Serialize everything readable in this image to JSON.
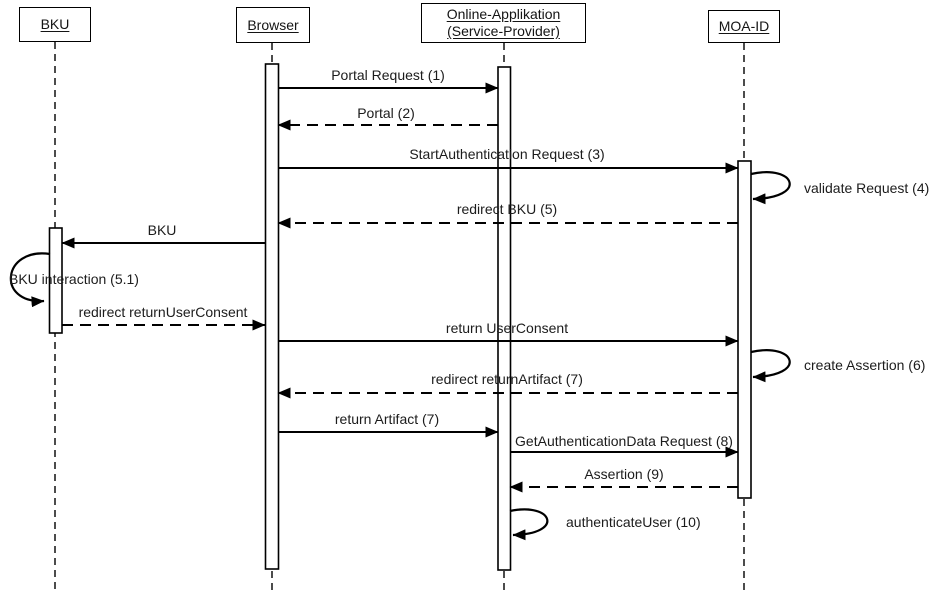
{
  "diagram": {
    "type": "uml-sequence-diagram",
    "background_color": "#ffffff",
    "line_color": "#000000",
    "text_color": "#1c1c1c"
  },
  "actors": [
    {
      "name": "BKU"
    },
    {
      "name": "Browser"
    },
    {
      "name": "Online-Applikation (Service-Provider)"
    },
    {
      "name": "MOA-ID"
    }
  ],
  "messages": [
    {
      "label": "Portal Request (1)",
      "from": "Browser",
      "to": "Online-Applikation (Service-Provider)",
      "line": "solid"
    },
    {
      "label": "Portal (2)",
      "from": "Online-Applikation (Service-Provider)",
      "to": "Browser",
      "line": "dashed"
    },
    {
      "label": "StartAuthentication Request (3)",
      "from": "Browser",
      "to": "MOA-ID",
      "line": "solid"
    },
    {
      "label": "validate Request (4)",
      "from": "MOA-ID",
      "to": "MOA-ID",
      "line": "self-loop"
    },
    {
      "label": "redirect BKU (5)",
      "from": "MOA-ID",
      "to": "Browser",
      "line": "dashed"
    },
    {
      "label": "BKU",
      "from": "Browser",
      "to": "BKU",
      "line": "solid"
    },
    {
      "label": "BKU interaction (5.1)",
      "from": "BKU",
      "to": "BKU",
      "line": "self-loop"
    },
    {
      "label": "redirect returnUserConsent",
      "from": "BKU",
      "to": "Browser",
      "line": "dashed"
    },
    {
      "label": "return UserConsent",
      "from": "Browser",
      "to": "MOA-ID",
      "line": "solid"
    },
    {
      "label": "create Assertion (6)",
      "from": "MOA-ID",
      "to": "MOA-ID",
      "line": "self-loop"
    },
    {
      "label": "redirect returnArtifact (7)",
      "from": "MOA-ID",
      "to": "Browser",
      "line": "dashed"
    },
    {
      "label": "return Artifact (7)",
      "from": "Browser",
      "to": "Online-Applikation (Service-Provider)",
      "line": "solid"
    },
    {
      "label": "GetAuthenticationData Request (8)",
      "from": "Online-Applikation (Service-Provider)",
      "to": "MOA-ID",
      "line": "solid"
    },
    {
      "label": "Assertion (9)",
      "from": "MOA-ID",
      "to": "Online-Applikation (Service-Provider)",
      "line": "dashed"
    },
    {
      "label": "authenticateUser (10)",
      "from": "Online-Applikation (Service-Provider)",
      "to": "Online-Applikation (Service-Provider)",
      "line": "self-loop"
    }
  ]
}
